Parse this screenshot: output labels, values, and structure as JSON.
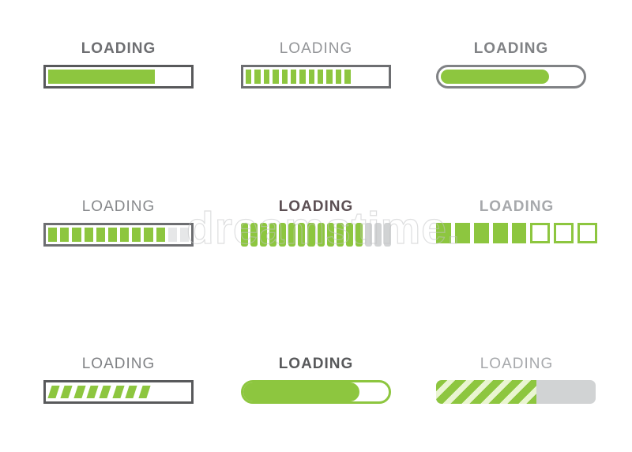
{
  "watermark": {
    "text": "dreamstime."
  },
  "colors": {
    "green": "#8dc63f",
    "dark_gray": "#58595b",
    "mid_dark": "#6d6e71",
    "mid_gray": "#808285",
    "light_gray": "#d1d3d4",
    "empty_segment_light": "#e6e7e8",
    "empty_segment_mid": "#d1d3d4",
    "pale_stripe": "#eaf5d2"
  },
  "tiles": [
    {
      "label": "LOADING",
      "label_color": "#6d6e71",
      "label_weight": "600",
      "bar": {
        "type": "solid",
        "percent": 76
      }
    },
    {
      "label": "LOADING",
      "label_color": "#939598",
      "label_weight": "400",
      "bar": {
        "type": "segments",
        "total": 16,
        "filled": 12,
        "empty_style": "ghost"
      }
    },
    {
      "label": "LOADING",
      "label_color": "#808285",
      "label_weight": "700",
      "bar": {
        "type": "pill-solid",
        "percent": 77
      }
    },
    {
      "label": "LOADING",
      "label_color": "#87898c",
      "label_weight": "400",
      "bar": {
        "type": "segments",
        "total": 12,
        "filled": 10,
        "empty_style": "off1"
      }
    },
    {
      "label": "LOADING",
      "label_color": "#5c4f53",
      "label_weight": "700",
      "bar": {
        "type": "rounded-segments",
        "total": 16,
        "filled": 13,
        "empty_style": "off2"
      }
    },
    {
      "label": "LOADING",
      "label_color": "#a7a9ac",
      "label_weight": "700",
      "bar": {
        "type": "squares",
        "total": 8,
        "filled": 5,
        "empty_style": "outline"
      }
    },
    {
      "label": "LOADING",
      "label_color": "#808285",
      "label_weight": "400",
      "bar": {
        "type": "diagonal-segments",
        "total": 11,
        "filled": 8,
        "empty_style": "ghost"
      }
    },
    {
      "label": "LOADING",
      "label_color": "#58595b",
      "label_weight": "700",
      "bar": {
        "type": "cap-solid",
        "percent": 80
      }
    },
    {
      "label": "LOADING",
      "label_color": "#a7a9ac",
      "label_weight": "400",
      "bar": {
        "type": "striped",
        "percent": 63
      }
    }
  ]
}
